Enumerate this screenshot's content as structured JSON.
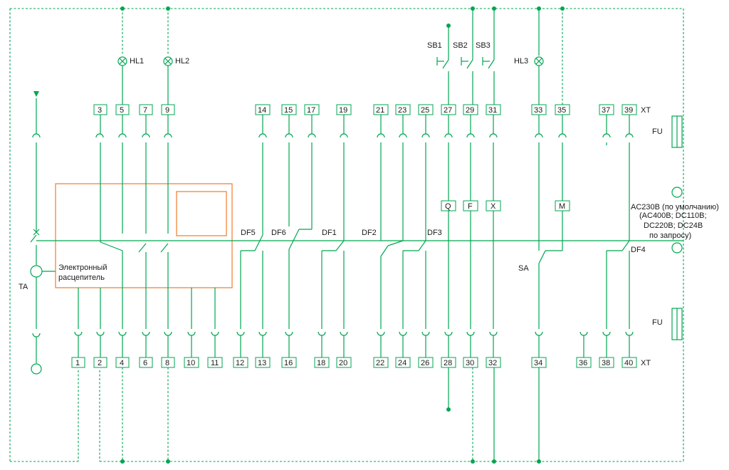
{
  "colors": {
    "wire": "#00a651",
    "trip_unit": "#f07c2a",
    "text": "#1a1a1a"
  },
  "lamps": {
    "hl1": "HL1",
    "hl2": "HL2",
    "hl3": "HL3"
  },
  "buttons": {
    "sb1": "SB1",
    "sb2": "SB2",
    "sb3": "SB3"
  },
  "xt_label_top": "XT",
  "xt_label_bottom": "XT",
  "fu_top": "FU",
  "fu_bottom": "FU",
  "top_terminals": [
    "3",
    "5",
    "7",
    "9",
    "14",
    "15",
    "17",
    "19",
    "21",
    "23",
    "25",
    "27",
    "29",
    "31",
    "33",
    "35",
    "37",
    "39"
  ],
  "bottom_terminals": [
    "1",
    "2",
    "4",
    "6",
    "8",
    "10",
    "11",
    "12",
    "13",
    "16",
    "18",
    "20",
    "22",
    "24",
    "26",
    "28",
    "30",
    "32",
    "34",
    "36",
    "38",
    "40"
  ],
  "coils": {
    "q": "Q",
    "f": "F",
    "x": "X",
    "m": "M"
  },
  "switches": {
    "df5": "DF5",
    "df6": "DF6",
    "df1": "DF1",
    "df2": "DF2",
    "df3": "DF3",
    "df4": "DF4",
    "sa": "SA"
  },
  "ta_label": "TA",
  "trip_unit_line1": "Электронный",
  "trip_unit_line2": "расцепитель",
  "supply_note": [
    "AC230B (по умолчанию)",
    "(AC400B; DC110B;",
    "DC220B; DC24B",
    "по запросу)"
  ]
}
